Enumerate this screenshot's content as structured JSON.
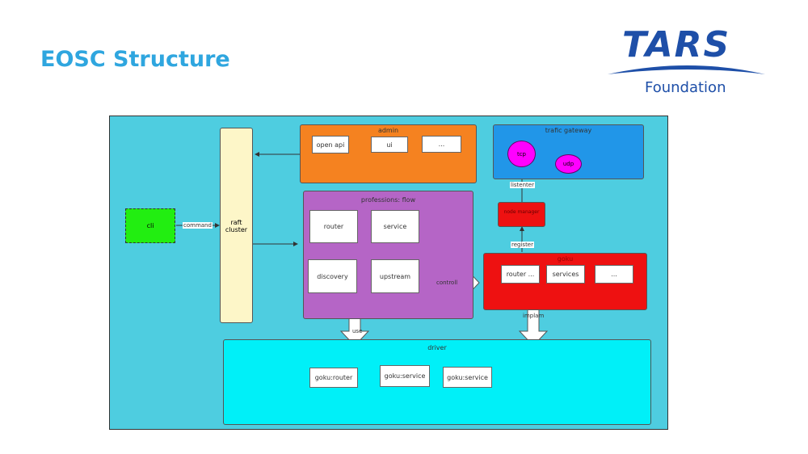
{
  "slide": {
    "title": "EOSC Structure"
  },
  "logo": {
    "text": "TARS",
    "subtext": "Foundation"
  },
  "diagram": {
    "cli": "cli",
    "command": "command",
    "raft": "raft cluster",
    "admin": {
      "label": "admin",
      "items": [
        "open api",
        "ui",
        "..."
      ]
    },
    "traffic": {
      "label": "trafic gateway",
      "items": [
        "tcp",
        "udp"
      ]
    },
    "manager": "node manager",
    "listener": "listenter",
    "register": "register",
    "flow": {
      "label": "professions: flow",
      "router": "router",
      "service": "service",
      "discovery": "discovery",
      "upstream": "upstream"
    },
    "controll": "controll",
    "goku": {
      "label": "goku",
      "items": [
        "router ...",
        "services",
        "..."
      ]
    },
    "use": "use",
    "implam": "implam",
    "driver": {
      "label": "driver",
      "items": [
        "goku:router",
        "goku:service",
        "goku:service"
      ]
    }
  },
  "colors": {
    "canvas": "#4ecde0",
    "admin": "#f58220",
    "flow": "#b565c6",
    "red": "#ee1111",
    "traffic": "#2196e8",
    "driver": "#00f0f8",
    "cli": "#22ee11",
    "raft": "#fdf6c8"
  }
}
